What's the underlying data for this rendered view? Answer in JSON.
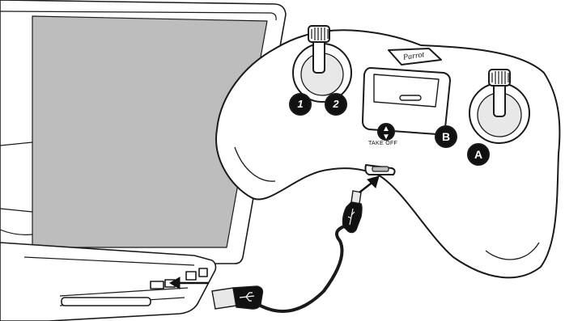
{
  "controller": {
    "brand": "Parrot",
    "takeoff_label": "TAKE OFF",
    "buttons": {
      "one": "1",
      "two": "2",
      "b": "B",
      "a": "A"
    },
    "takeoff_icon": "takeoff-icon"
  },
  "cable": {
    "usb_plug_icon": "usb-trident-icon",
    "micro_usb_icon": "usb-trident-icon"
  },
  "colors": {
    "line": "#1a1a1a",
    "screen": "#bdbdbd",
    "body": "#ffffff",
    "shade": "#e8e8e8"
  }
}
